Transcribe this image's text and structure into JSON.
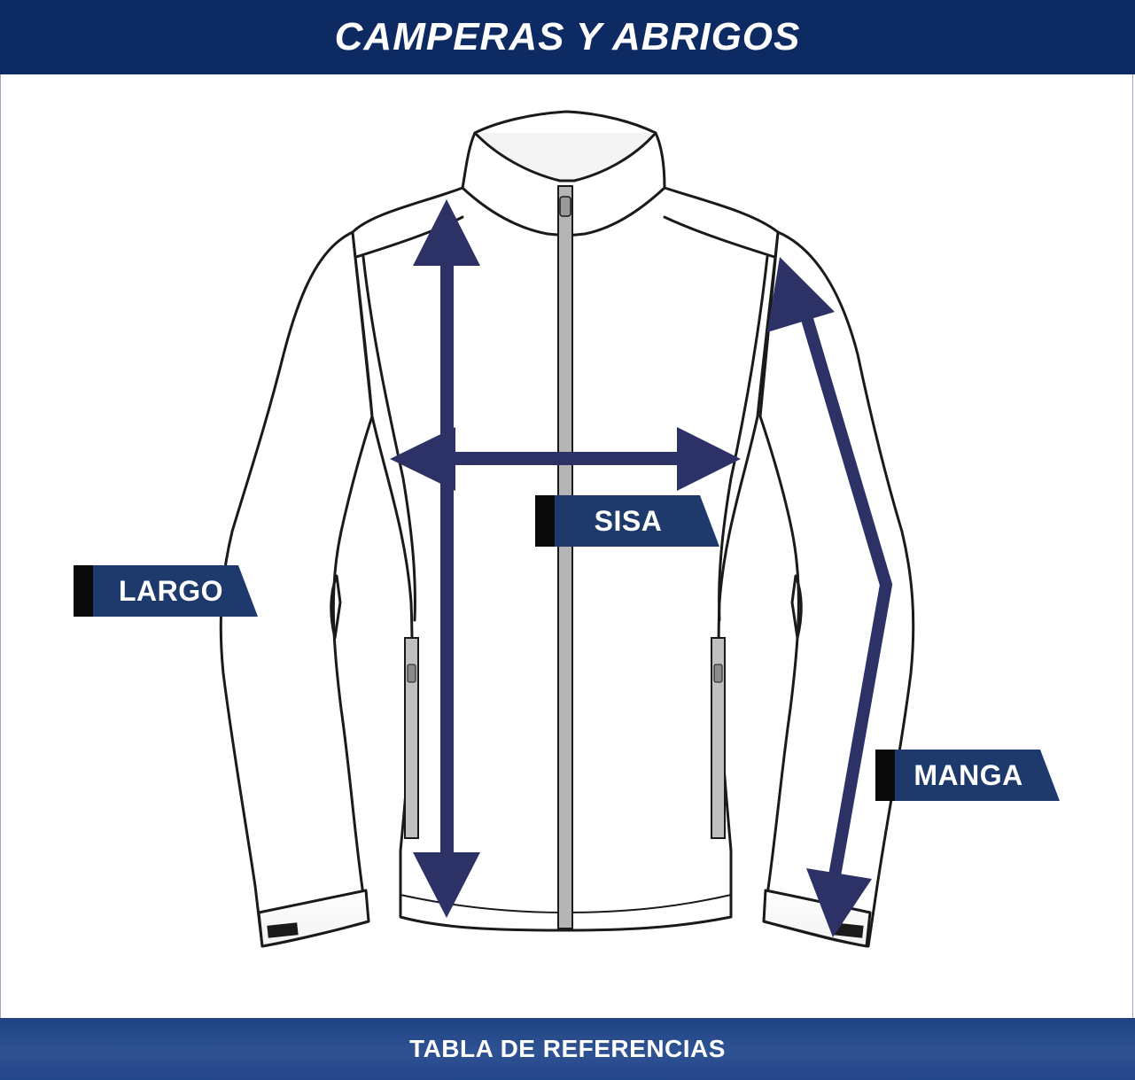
{
  "header": {
    "title": "CAMPERAS Y ABRIGOS"
  },
  "labels": {
    "largo": "LARGO",
    "sisa": "SISA",
    "manga": "MANGA"
  },
  "footer": {
    "text": "TABLA DE REFERENCIAS"
  },
  "colors": {
    "header_bg": "#0e2a63",
    "footer_bg": "#2f5293",
    "arrow": "#2d3266",
    "tag_bg": "#1e3a6c",
    "zipper": "#b5b5b5"
  },
  "icons": {
    "garment": "jacket-outline",
    "measure": "double-headed-arrow"
  }
}
